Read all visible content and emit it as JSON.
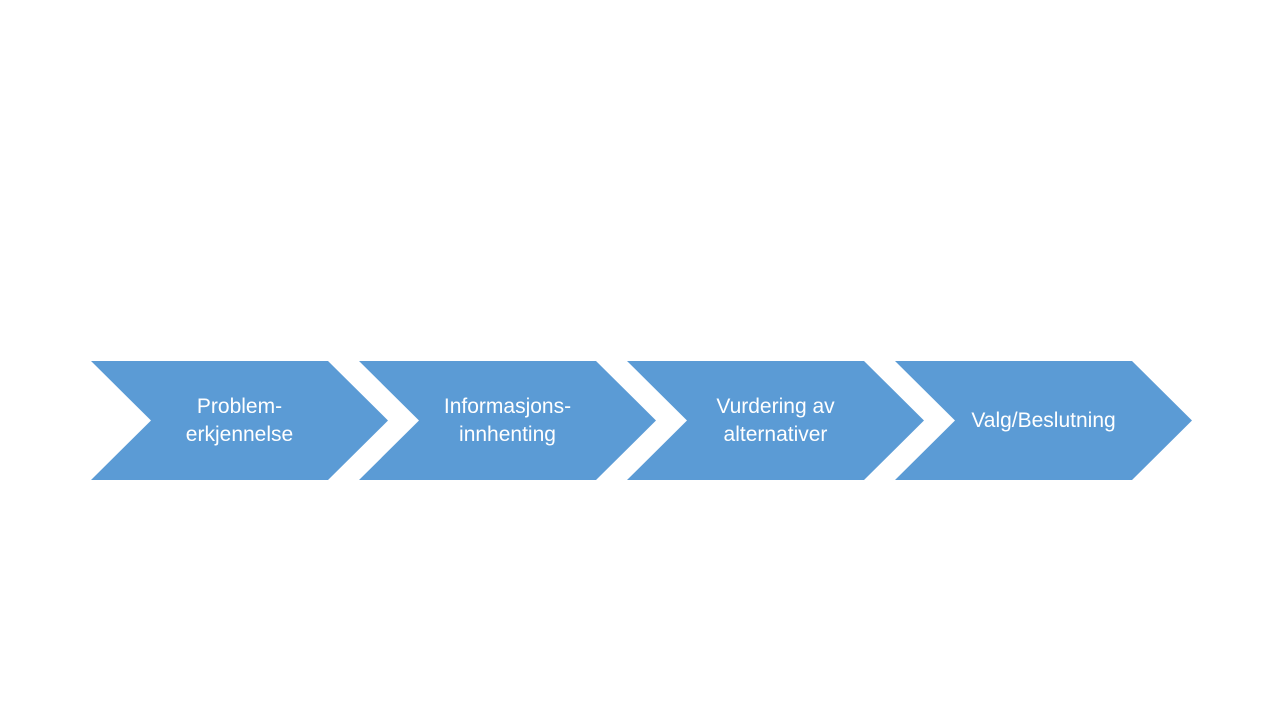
{
  "slide": {
    "steps": [
      {
        "lines": [
          "Problem-",
          "erkjennelse"
        ]
      },
      {
        "lines": [
          "Informasjons-",
          "innhenting"
        ]
      },
      {
        "lines": [
          "Vurdering av",
          "alternativer"
        ]
      },
      {
        "lines": [
          "Valg/Beslutning"
        ]
      }
    ],
    "colors": {
      "chevron_fill": "#5b9bd5",
      "label_text": "#ffffff",
      "background": "#ffffff"
    }
  }
}
